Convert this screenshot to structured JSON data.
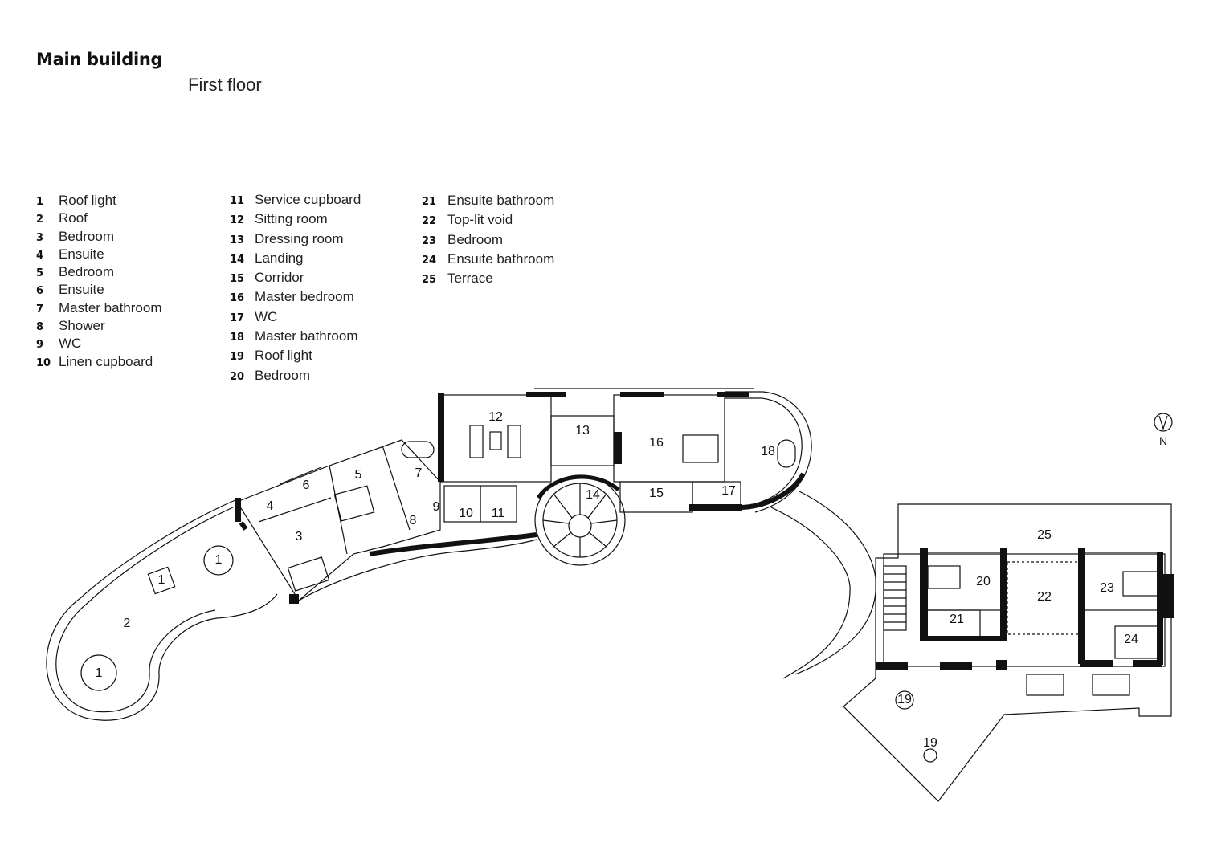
{
  "header": {
    "title": "Main building",
    "subtitle": "First floor"
  },
  "legend": {
    "col1": [
      {
        "num": "1",
        "label": "Roof light"
      },
      {
        "num": "2",
        "label": "Roof"
      },
      {
        "num": "3",
        "label": "Bedroom"
      },
      {
        "num": "4",
        "label": "Ensuite"
      },
      {
        "num": "5",
        "label": "Bedroom"
      },
      {
        "num": "6",
        "label": "Ensuite"
      },
      {
        "num": "7",
        "label": "Master bathroom"
      },
      {
        "num": "8",
        "label": "Shower"
      },
      {
        "num": "9",
        "label": "WC"
      },
      {
        "num": "10",
        "label": "Linen cupboard"
      }
    ],
    "col2": [
      {
        "num": "11",
        "label": "Service cupboard"
      },
      {
        "num": "12",
        "label": "Sitting room"
      },
      {
        "num": "13",
        "label": "Dressing room"
      },
      {
        "num": "14",
        "label": "Landing"
      },
      {
        "num": "15",
        "label": "Corridor"
      },
      {
        "num": "16",
        "label": "Master bedroom"
      },
      {
        "num": "17",
        "label": "WC"
      },
      {
        "num": "18",
        "label": "Master bathroom"
      },
      {
        "num": "19",
        "label": "Roof light"
      },
      {
        "num": "20",
        "label": "Bedroom"
      }
    ],
    "col3": [
      {
        "num": "21",
        "label": "Ensuite bathroom"
      },
      {
        "num": "22",
        "label": "Top-lit void"
      },
      {
        "num": "23",
        "label": "Bedroom"
      },
      {
        "num": "24",
        "label": "Ensuite bathroom"
      },
      {
        "num": "25",
        "label": "Terrace"
      }
    ]
  },
  "plan": {
    "room_labels": {
      "r1a": "1",
      "r1b": "1",
      "r1c": "1",
      "r2": "2",
      "r3": "3",
      "r4": "4",
      "r5": "5",
      "r6": "6",
      "r7": "7",
      "r8": "8",
      "r9": "9",
      "r10": "10",
      "r11": "11",
      "r12": "12",
      "r13": "13",
      "r14": "14",
      "r15": "15",
      "r16": "16",
      "r17": "17",
      "r18": "18",
      "r19a": "19",
      "r19b": "19",
      "r20": "20",
      "r21": "21",
      "r22": "22",
      "r23": "23",
      "r24": "24",
      "r25": "25"
    },
    "compass": {
      "letter": "N"
    }
  }
}
